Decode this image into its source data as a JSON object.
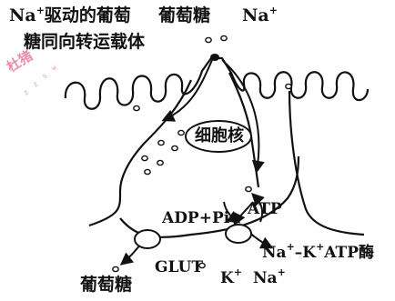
{
  "labels": {
    "cotransporter_line1_prefix": "Na",
    "cotransporter_line1_suffix": "驱动的葡萄",
    "cotransporter_line2": "糖同向转运载体",
    "top_glucose": "葡萄糖",
    "top_na": "Na",
    "nucleus": "细胞核",
    "adp_pi": "ADP+Pi",
    "atp": "ATP",
    "glut": "GLUT",
    "pump_na": "Na",
    "pump_k": "K",
    "pump_suffix": "ATP酶",
    "bottom_k": "K",
    "bottom_na": "Na",
    "bottom_glucose": "葡萄糖",
    "plus": "+",
    "dash": "–"
  },
  "watermark": {
    "text_line1": "杜猪",
    "text_line2": "z z s w"
  },
  "colors": {
    "ink": "#111111",
    "watermark": "#e46a8e",
    "background": "#ffffff"
  }
}
